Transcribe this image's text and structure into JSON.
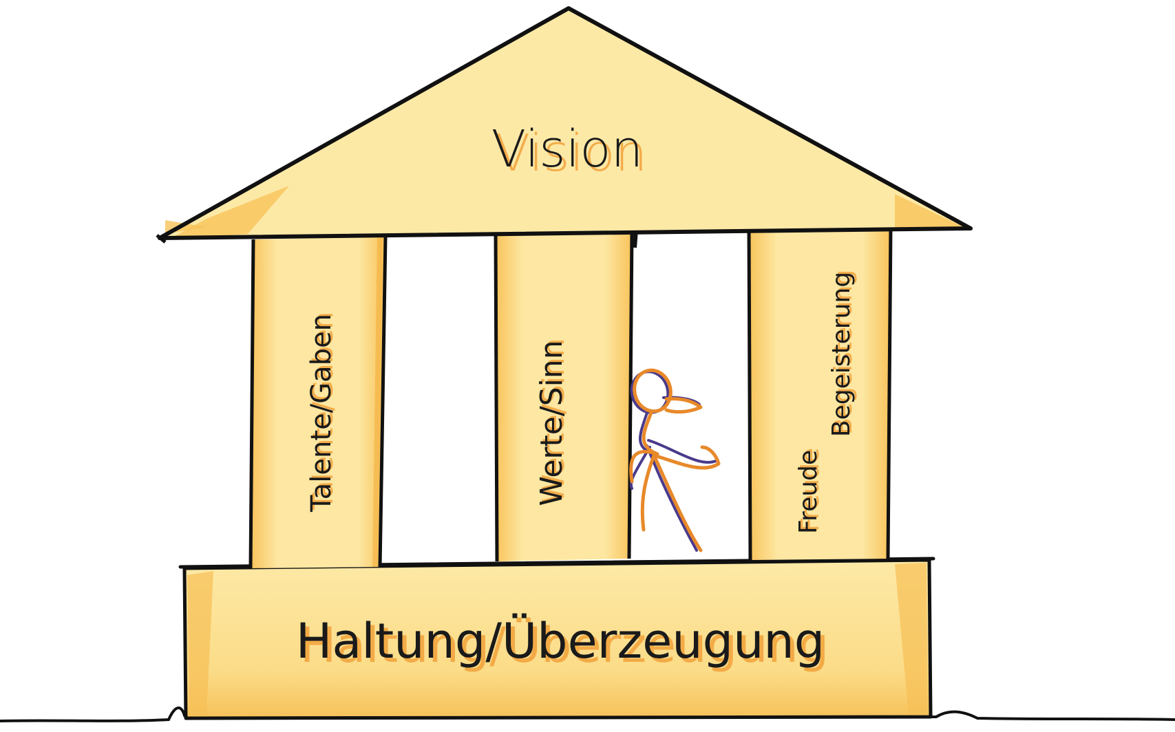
{
  "diagram": {
    "roof_label": "Vision",
    "pillars": [
      {
        "label": "Talente/Gaben"
      },
      {
        "label": "Werte/Sinn"
      },
      {
        "label_line1": "Begeisterung",
        "label_line2": "Freude"
      }
    ],
    "base_label": "Haltung/Überzeugung"
  },
  "colors": {
    "fill_light": "#fde9a6",
    "fill_shade": "#f8c760",
    "accent_orange": "#f0a030",
    "outline": "#111111",
    "figure_orange": "#e8892a",
    "figure_purple": "#4a3a8a"
  },
  "icons": {
    "figure": "stick-figure-icon"
  }
}
